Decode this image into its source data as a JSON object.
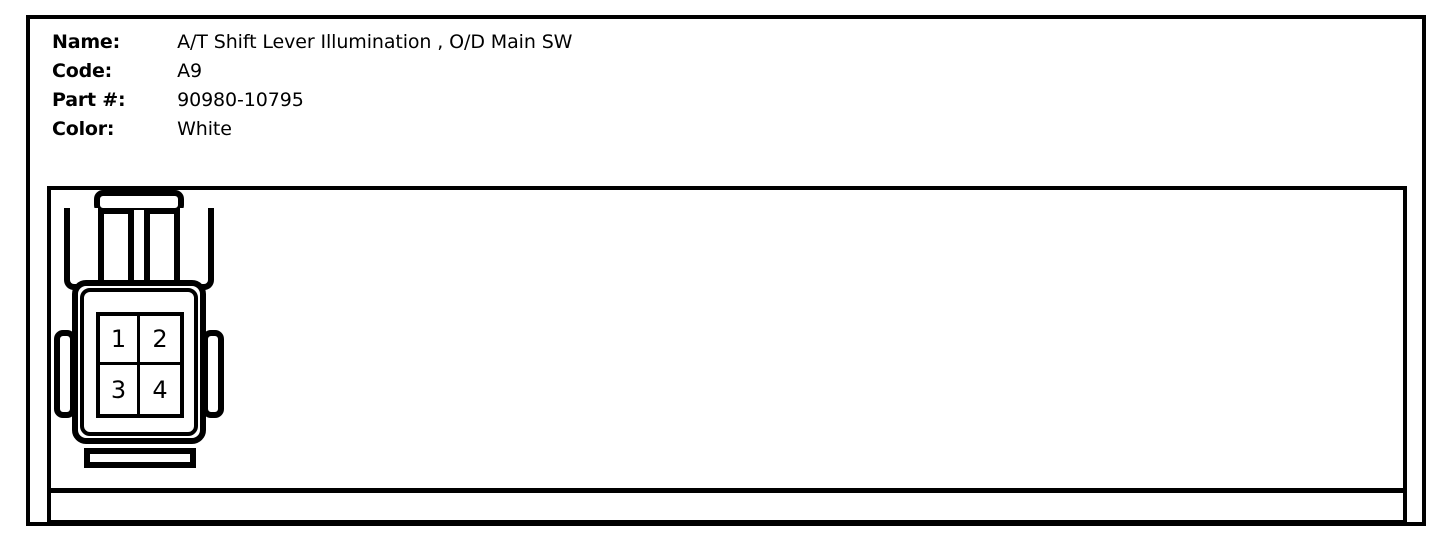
{
  "card": {
    "spec_rows": [
      {
        "label": "Name:",
        "value": "A/T Shift Lever Illumination , O/D Main SW"
      },
      {
        "label": "Code:",
        "value": "A9"
      },
      {
        "label": "Part #:",
        "value": "90980-10795"
      },
      {
        "label": "Color:",
        "value": "White"
      }
    ]
  },
  "connector": {
    "pin_count": 4,
    "pins": [
      {
        "number": "1"
      },
      {
        "number": "2"
      },
      {
        "number": "3"
      },
      {
        "number": "4"
      }
    ]
  },
  "colors": {
    "line": "#000000",
    "background": "#ffffff"
  }
}
